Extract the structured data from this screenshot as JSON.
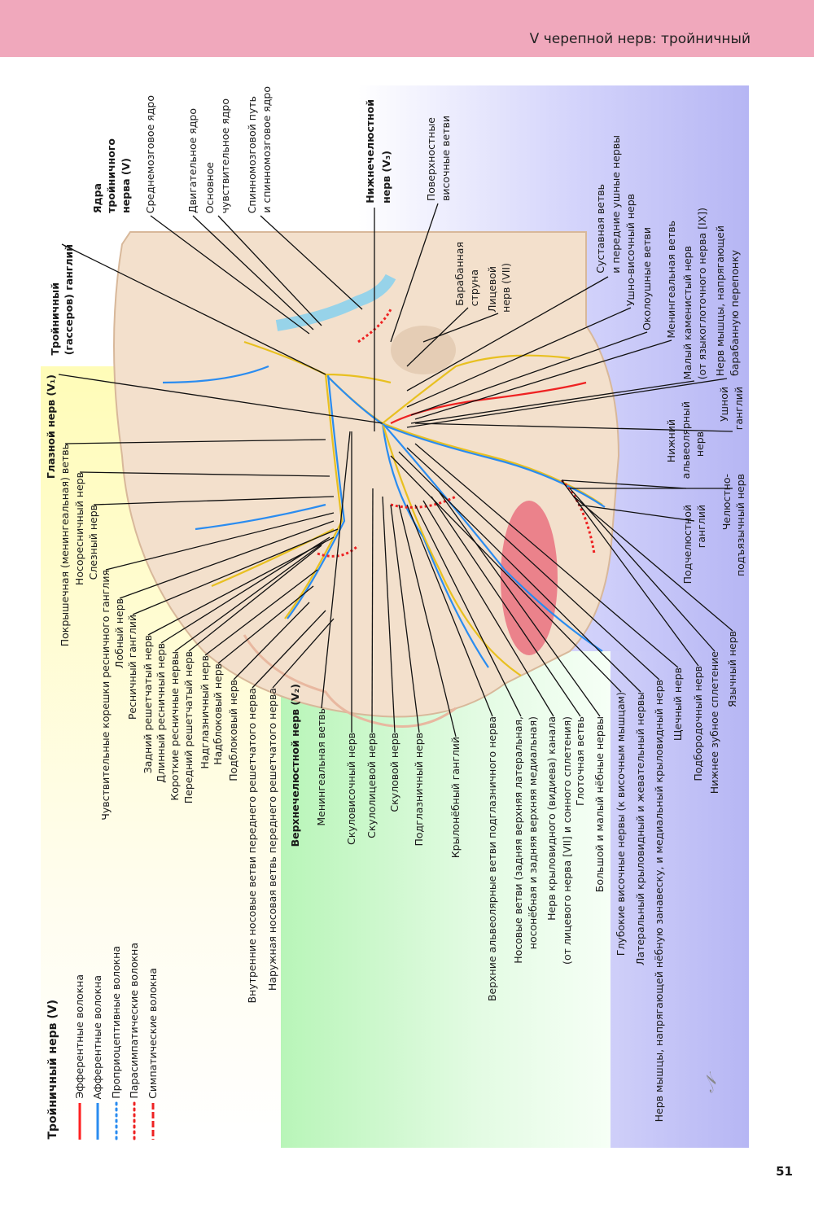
{
  "header": {
    "title": "V черепной нерв: тройничный"
  },
  "page_number": "51",
  "colors": {
    "header": "#f0a8bc",
    "ophthalmic_region": "#fffcb8",
    "maxillary_region": "#b8f5b8",
    "mandibular_region": "#b6b6f4",
    "efferent": "#ff2020",
    "afferent": "#2a8cf0",
    "proprioceptive": "#2a8cf0",
    "parasympathetic": "#ee2222",
    "sympathetic": "#ee2222"
  },
  "legend": {
    "title": "Тройничный нерв (V)",
    "items": [
      {
        "label": "Эфферентные волокна",
        "style": "solid red"
      },
      {
        "label": "Афферентные волокна",
        "style": "solid blue"
      },
      {
        "label": "Проприоцептивные волокна",
        "style": "dotted blue"
      },
      {
        "label": "Парасимпатические волокна",
        "style": "dotted red"
      },
      {
        "label": "Симпатические волокна",
        "style": "dashed red"
      }
    ]
  },
  "nuclei": {
    "title": [
      "Ядра",
      "тройничного",
      "нерва (V)"
    ],
    "mesencephalic": "Среднемозговое ядро",
    "motor": "Двигательное ядро",
    "principal": [
      "Основное",
      "чувствительное ядро"
    ],
    "spinal": [
      "Спинномозговой путь",
      "и спинномозговое ядро"
    ]
  },
  "ganglion_title": [
    "Тройничный",
    "(гассеров) ганглий"
  ],
  "ophthalmic": {
    "title": "Глазной нерв (V₁)",
    "labels": [
      "Покрышечная (менингеальная) ветвь",
      "Носоресничный нерв",
      "Слезный нерв",
      "Чувствительные корешки ресничного ганглия",
      "Лобный нерв",
      "Ресничный ганглий",
      "Задний решетчатый нерв",
      "Длинный ресничный нерв",
      "Короткие ресничные нервы",
      "Передний решетчатый нерв",
      "Надглазничный нерв",
      "Надблоковый нерв",
      "Подблоковый нерв",
      "Внутренние носовые ветви переднего решетчатого нерва",
      "Наружная носовая ветвь переднего решетчатого нерва"
    ]
  },
  "maxillary": {
    "title": "Верхнечелюстной нерв (V₂)",
    "labels": [
      "Менингеальная ветвь",
      "Скуловисочный нерв",
      "Скулолицевой нерв",
      "Скуловой нерв",
      "Подглазничный нерв",
      "Крылонёбный ганглий",
      "Верхние альвеолярные ветви подглазничного нерва",
      "Носовые ветви (задняя верхняя латеральная,",
      "носонёбная и задняя верхняя медиальная)",
      "Нерв крыловидного (видиева) канала",
      "(от лицевого нерва [VII] и сонного сплетения)",
      "Глоточная ветвь",
      "Большой и малый нёбные нервы"
    ]
  },
  "mandibular": {
    "title": [
      "Нижнечелюстной",
      "нерв (V₃)"
    ],
    "top_labels": [
      "Поверхностные",
      "височные ветви",
      "Барабанная",
      "струна",
      "Лицевой",
      "нерв (VII)"
    ],
    "right_labels": [
      "Суставная ветвь",
      "и передние ушные нервы",
      "Ушно-височный нерв",
      "Околоушные ветви",
      "Менингеальная ветвь",
      "Малый каменистый нерв",
      "(от языкоглоточного нерва [IX])",
      "Нерв мышцы, напрягающей",
      "барабанную перепонку",
      "Ушной",
      "ганглий",
      "Нижний",
      "альвеолярный",
      "нерв",
      "Челюстно-",
      "подъязычный нерв",
      "Подчелюстной",
      "ганглий"
    ],
    "bottom_labels": [
      "Глубокие височные нервы (к височным мышцам)",
      "Латеральный крыловидный и жевательный нервы",
      "Нерв мышцы, напрягающей нёбную занавеску, и медиальный крыловидный нерв",
      "Щечный нерв",
      "Подбородочный нерв",
      "Нижнее зубное сплетение",
      "Язычный нерв"
    ]
  },
  "signature": "F. Netter"
}
